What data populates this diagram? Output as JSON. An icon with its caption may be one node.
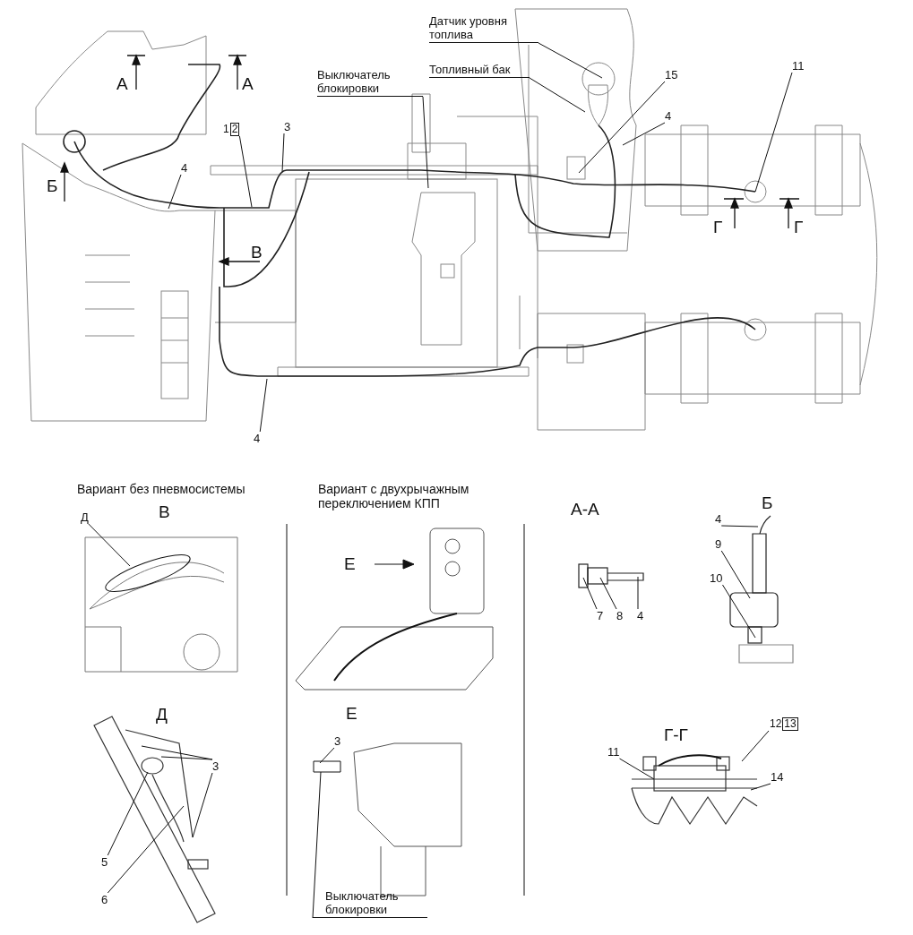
{
  "diagram": {
    "nodes": [
      {
        "text": [
          "Датчик уровня топлива"
        ]
      },
      {
        "text": [
          "Топливный бак"
        ]
      },
      {
        "text": [
          "Выключатель блокировки"
        ]
      },
      {
        "text": [
          "1",
          "2"
        ]
      },
      {
        "text": [
          "3"
        ]
      },
      {
        "text": [
          "4"
        ]
      },
      {
        "text": [
          "15"
        ]
      },
      {
        "text": [
          "4"
        ]
      },
      {
        "text": [
          "11"
        ]
      },
      {
        "text": [
          "4"
        ]
      },
      {
        "text": [
          "Д"
        ]
      },
      {
        "text": [
          "7"
        ]
      },
      {
        "text": [
          "8"
        ]
      },
      {
        "text": [
          "4"
        ]
      },
      {
        "text": [
          "4"
        ]
      },
      {
        "text": [
          "9"
        ]
      },
      {
        "text": [
          "10"
        ]
      },
      {
        "text": [
          "3"
        ]
      },
      {
        "text": [
          "5"
        ]
      },
      {
        "text": [
          "6"
        ]
      },
      {
        "text": [
          "3"
        ]
      },
      {
        "text": [
          "Выключатель блокировки"
        ]
      },
      {
        "text": [
          "11"
        ]
      },
      {
        "text": [
          "12",
          "13"
        ]
      },
      {
        "text": [
          "14"
        ]
      }
    ],
    "edges": [
      {
        "from": 0,
        "to": null,
        "arrow": "none"
      },
      {
        "from": 1,
        "to": null,
        "arrow": "none"
      },
      {
        "from": 2,
        "to": null,
        "arrow": "none"
      },
      {
        "from": 3,
        "to": null,
        "arrow": "none"
      },
      {
        "from": 4,
        "to": null,
        "arrow": "none"
      },
      {
        "from": 5,
        "to": null,
        "arrow": "none"
      },
      {
        "from": 6,
        "to": null,
        "arrow": "none"
      },
      {
        "from": 7,
        "to": null,
        "arrow": "none"
      },
      {
        "from": 8,
        "to": null,
        "arrow": "none"
      },
      {
        "from": 9,
        "to": null,
        "arrow": "none"
      },
      {
        "from": 10,
        "to": null,
        "arrow": "none"
      },
      {
        "from": 11,
        "to": null,
        "arrow": "none"
      },
      {
        "from": 12,
        "to": null,
        "arrow": "none"
      },
      {
        "from": 13,
        "to": null,
        "arrow": "none"
      },
      {
        "from": 14,
        "to": null,
        "arrow": "none"
      },
      {
        "from": 15,
        "to": null,
        "arrow": "none"
      },
      {
        "from": 16,
        "to": null,
        "arrow": "none"
      },
      {
        "from": 17,
        "to": null,
        "arrow": "none"
      },
      {
        "from": 17,
        "to": null,
        "arrow": "none"
      },
      {
        "from": 17,
        "to": null,
        "arrow": "none"
      },
      {
        "from": 18,
        "to": null,
        "arrow": "none"
      },
      {
        "from": 19,
        "to": null,
        "arrow": "none"
      },
      {
        "from": 20,
        "to": null,
        "arrow": "none"
      },
      {
        "from": 21,
        "to": null,
        "arrow": "none"
      },
      {
        "from": 22,
        "to": null,
        "arrow": "none"
      },
      {
        "from": 23,
        "to": null,
        "arrow": "none"
      },
      {
        "from": 24,
        "to": null,
        "arrow": "none"
      }
    ],
    "labels": [
      "А",
      "А",
      "Б",
      "В",
      "Г",
      "Г",
      "Вариант без пневмосистемы",
      "В",
      "Вариант с двухрычажным переключением КПП",
      "Е",
      "А-А",
      "Б",
      "Д",
      "Е",
      "Г-Г"
    ]
  }
}
